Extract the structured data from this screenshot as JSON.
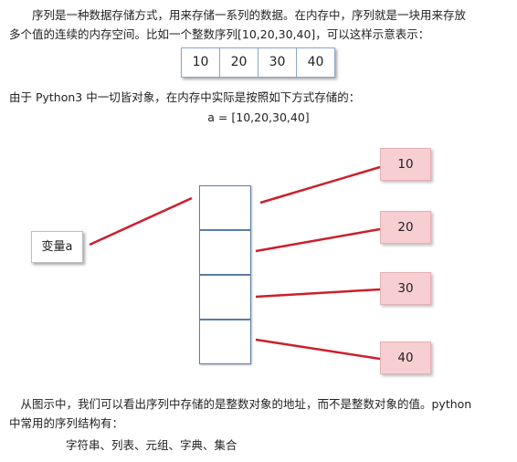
{
  "intro": {
    "line1": "　　序列是一种数据存储方式，用来存储一系列的数据。在内存中，序列就是一块用来存放",
    "line2": "多个值的连续的内存空间。比如一个整数序列[10,20,30,40]，可以这样示意表示："
  },
  "sequence": [
    "10",
    "20",
    "30",
    "40"
  ],
  "python_note": "由于 Python3 中一切皆对象，在内存中实际是按照如下方式存储的：",
  "assignment": "a = [10,20,30,40]",
  "diagram": {
    "variable_label": "变量a",
    "values": [
      "10",
      "20",
      "30",
      "40"
    ],
    "line_color": "#cc1f2c"
  },
  "conclusion": {
    "line1": "　从图示中，我们可以看出序列中存储的是整数对象的地址，而不是整数对象的值。python",
    "line2": "中常用的序列结构有：",
    "line3": "字符串、列表、元组、字典、集合"
  }
}
